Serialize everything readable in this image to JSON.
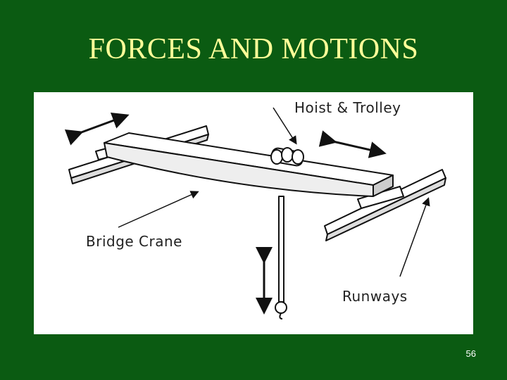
{
  "slide": {
    "title": "FORCES AND MOTIONS",
    "page_number": "56"
  },
  "diagram": {
    "labels": {
      "hoist_trolley": "Hoist & Trolley",
      "bridge_crane": "Bridge Crane",
      "runways": "Runways"
    }
  },
  "colors": {
    "background": "#0b5b12",
    "title": "#ffff99",
    "figure_background": "#ffffff",
    "ink": "#111111"
  }
}
